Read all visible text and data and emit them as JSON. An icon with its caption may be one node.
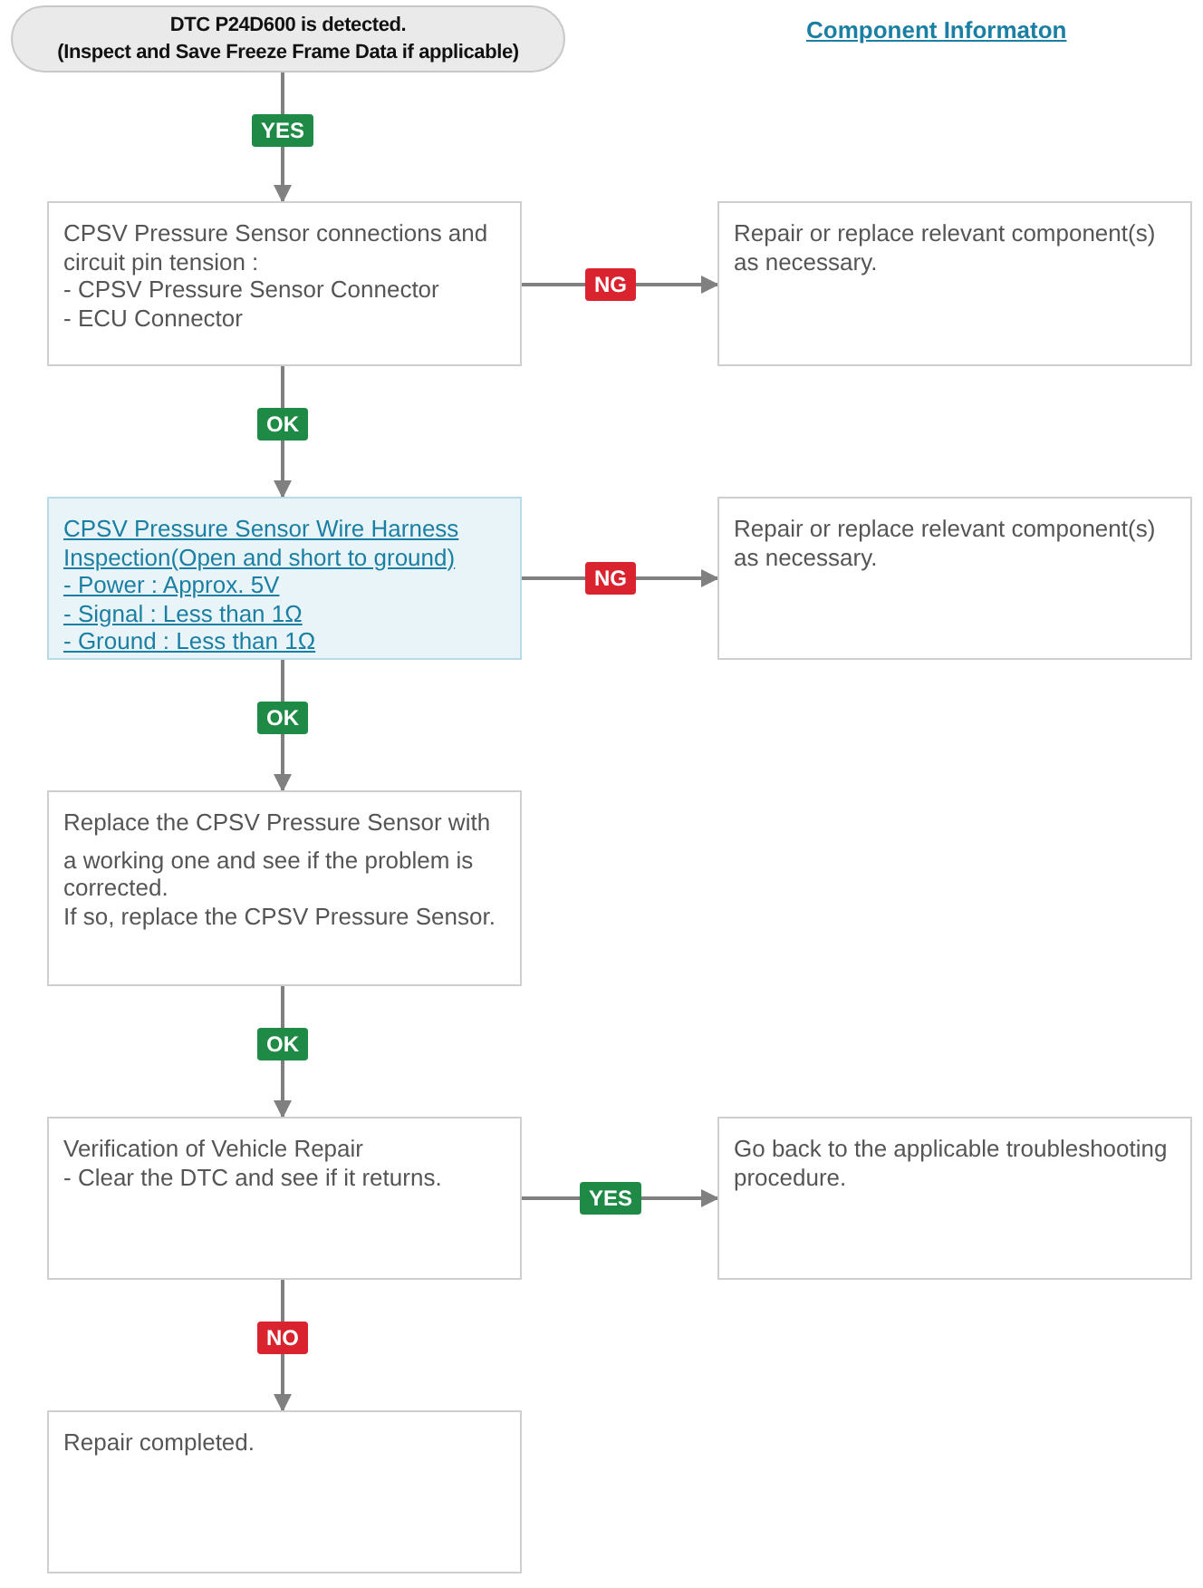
{
  "diagram": {
    "nodes": [
      {
        "text": [
          "DTC P24D600 is detected.",
          "(Inspect and Save Freeze Frame Data if applicable)"
        ]
      },
      {
        "text": [
          "CPSV Pressure Sensor connections and circuit pin tension :",
          "- CPSV Pressure Sensor Connector",
          "- ECU Connector"
        ]
      },
      {
        "text": [
          "Repair or replace relevant component(s) as necessary."
        ]
      },
      {
        "text": [
          "CPSV Pressure Sensor Wire Harness Inspection(Open and short to ground)",
          "- Power : Approx. 5V",
          "- Signal : Less than 1Ω",
          "- Ground : Less than 1Ω"
        ]
      },
      {
        "text": [
          "Repair or replace relevant component(s) as necessary."
        ]
      },
      {
        "text": [
          "Replace the CPSV Pressure Sensor with",
          "a working one and see if the problem is corrected.",
          "If so, replace the CPSV Pressure Sensor."
        ]
      },
      {
        "text": [
          "Verification of Vehicle Repair",
          "- Clear the DTC and see if it returns."
        ]
      },
      {
        "text": [
          "Go back to the applicable troubleshooting procedure."
        ]
      },
      {
        "text": [
          "Repair completed."
        ]
      }
    ],
    "edges": [
      {
        "from": 0,
        "to": 1,
        "arrow": "to",
        "label": "YES"
      },
      {
        "from": 1,
        "to": 2,
        "arrow": "to",
        "label": "NG"
      },
      {
        "from": 1,
        "to": 3,
        "arrow": "to",
        "label": "OK"
      },
      {
        "from": 3,
        "to": 4,
        "arrow": "to",
        "label": "NG"
      },
      {
        "from": 3,
        "to": 5,
        "arrow": "to",
        "label": "OK"
      },
      {
        "from": 5,
        "to": 6,
        "arrow": "to",
        "label": "OK"
      },
      {
        "from": 6,
        "to": 7,
        "arrow": "to",
        "label": "YES"
      },
      {
        "from": 6,
        "to": 8,
        "arrow": "to",
        "label": "NO"
      }
    ],
    "labels": [
      "Component Informaton"
    ]
  }
}
